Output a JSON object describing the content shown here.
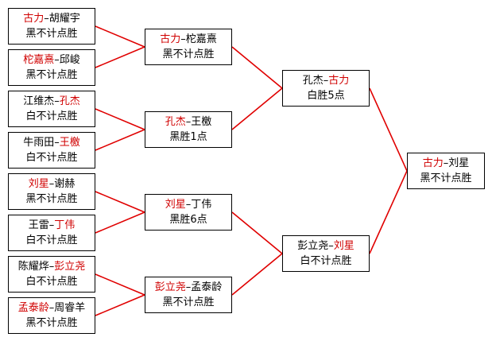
{
  "colors": {
    "winner": "#d00000",
    "text": "#000000",
    "connector": "#e00000",
    "border": "#000000"
  },
  "bracket": {
    "round1": [
      {
        "a": "古力",
        "b": "胡耀宇",
        "winner": "a",
        "result": "黑不计点胜"
      },
      {
        "a": "柁嘉熹",
        "b": "邱峻",
        "winner": "a",
        "result": "黑不计点胜"
      },
      {
        "a": "江维杰",
        "b": "孔杰",
        "winner": "b",
        "result": "白不计点胜"
      },
      {
        "a": "牛雨田",
        "b": "王檄",
        "winner": "b",
        "result": "白不计点胜"
      },
      {
        "a": "刘星",
        "b": "谢赫",
        "winner": "a",
        "result": "黑不计点胜"
      },
      {
        "a": "王雷",
        "b": "丁伟",
        "winner": "b",
        "result": "白不计点胜"
      },
      {
        "a": "陈耀烨",
        "b": "彭立尧",
        "winner": "b",
        "result": "白不计点胜"
      },
      {
        "a": "孟泰龄",
        "b": "周睿羊",
        "winner": "a",
        "result": "黑不计点胜"
      }
    ],
    "round2": [
      {
        "a": "古力",
        "b": "柁嘉熹",
        "winner": "a",
        "result": "黑不计点胜"
      },
      {
        "a": "孔杰",
        "b": "王檄",
        "winner": "a",
        "result": "黑胜1点"
      },
      {
        "a": "刘星",
        "b": "丁伟",
        "winner": "a",
        "result": "黑胜6点"
      },
      {
        "a": "彭立尧",
        "b": "孟泰龄",
        "winner": "a",
        "result": "黑不计点胜"
      }
    ],
    "round3": [
      {
        "a": "孔杰",
        "b": "古力",
        "winner": "b",
        "result": "白胜5点"
      },
      {
        "a": "彭立尧",
        "b": "刘星",
        "winner": "b",
        "result": "白不计点胜"
      }
    ],
    "final": [
      {
        "a": "古力",
        "b": "刘星",
        "winner": "a",
        "result": "黑不计点胜"
      }
    ]
  }
}
